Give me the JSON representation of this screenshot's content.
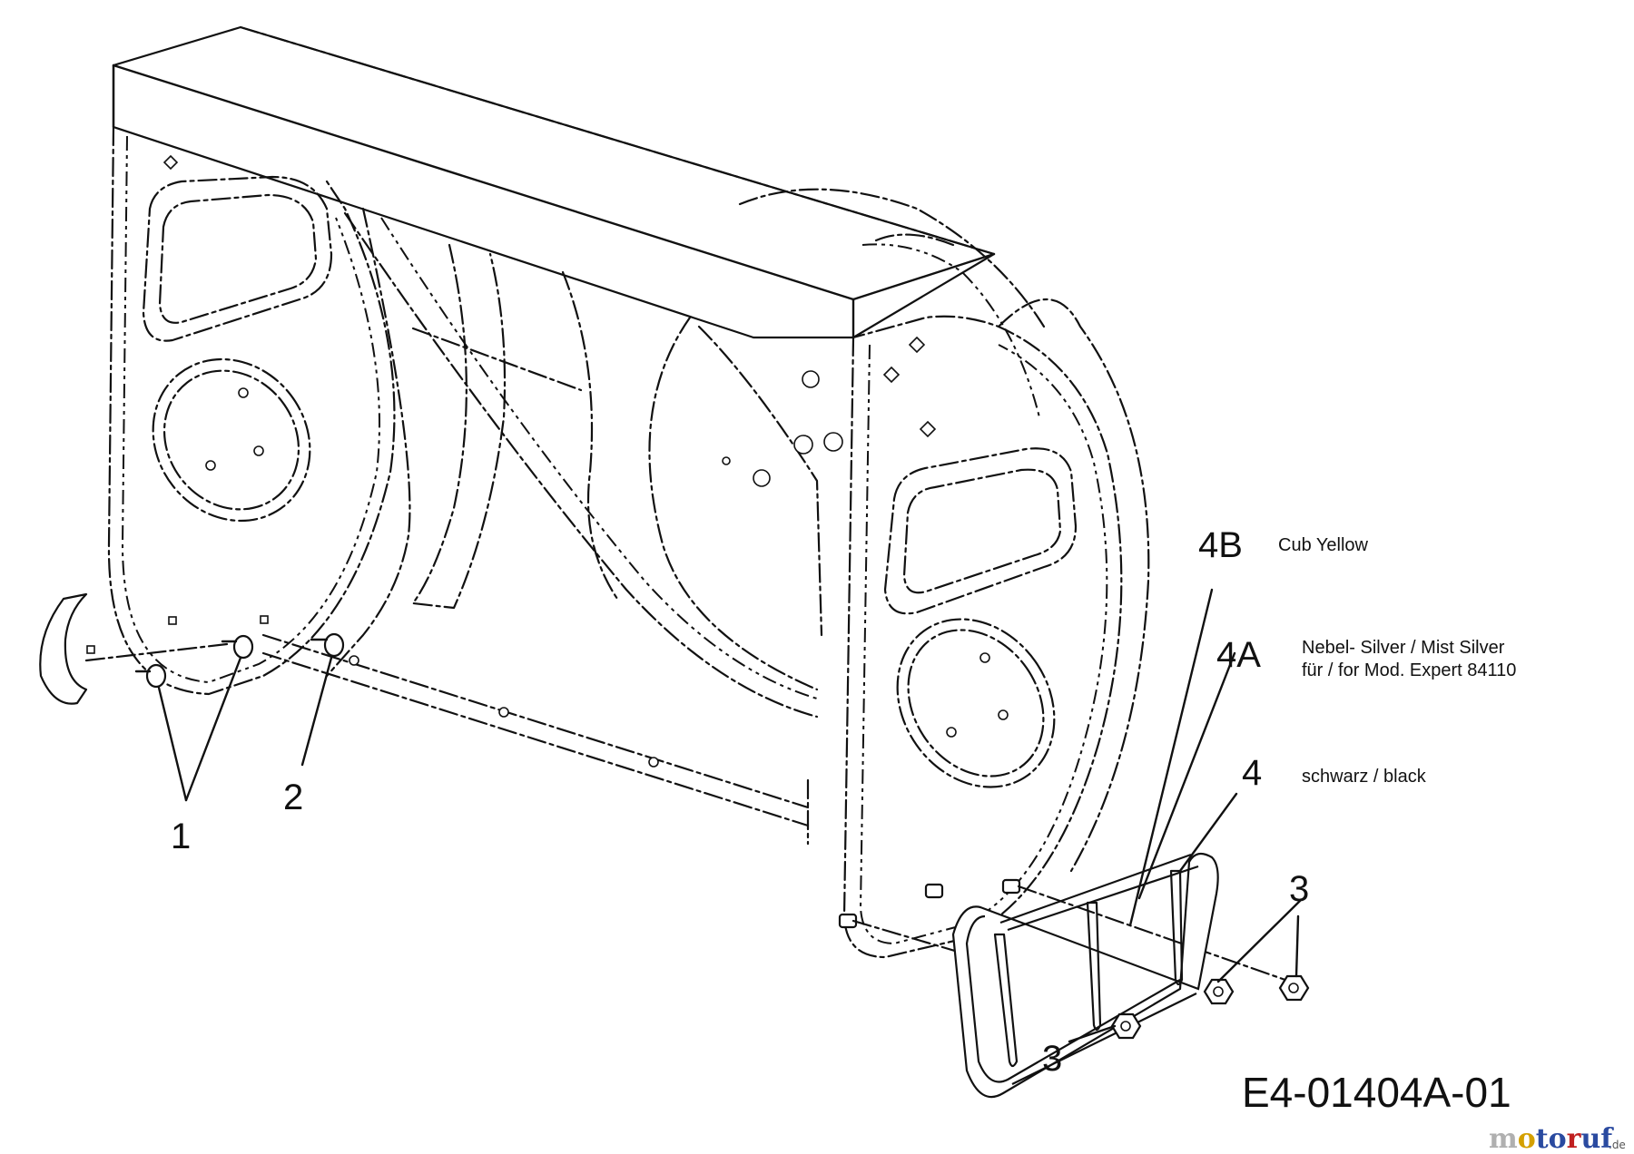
{
  "diagram": {
    "callouts": {
      "c1": "1",
      "c2": "2",
      "c3a": "3",
      "c3b": "3",
      "c4": "4",
      "c4a": "4A",
      "c4b": "4B"
    },
    "notes": {
      "n4b": "Cub Yellow",
      "n4a_line1": "Nebel- Silver / Mist Silver",
      "n4a_line2": "für / for Mod. Expert 84110",
      "n4": "schwarz / black"
    },
    "drawing_code": "E4-01404A-01"
  },
  "watermark": {
    "brand": "motoruf",
    "suffix": ".de",
    "colors": {
      "m": "#b0b0b0",
      "o1": "#d4a000",
      "t": "#2a4aa0",
      "o2": "#2a4aa0",
      "r": "#c02020",
      "u": "#2a4aa0",
      "f": "#2a4aa0"
    }
  }
}
